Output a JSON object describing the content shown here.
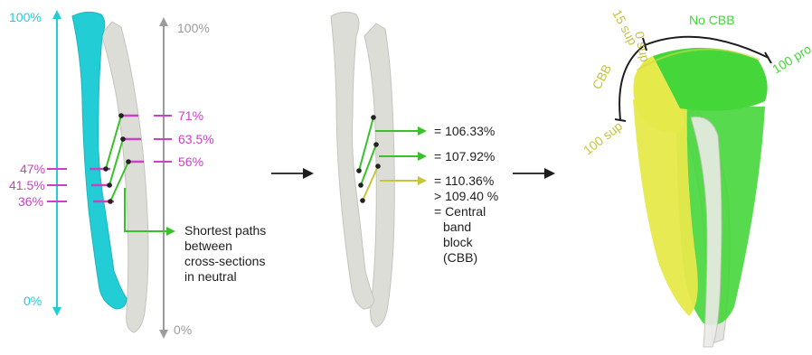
{
  "colors": {
    "radius_bone": "#22cdd6",
    "ulna_bone": "#dcddd7",
    "bone_shadow": "#c3c5bd",
    "cross_section": "#cc3fc6",
    "short_path": "#39c12a",
    "long_path": "#c6c43a",
    "gray_axis": "#9c9c9c",
    "arrow": "#1d1d1d",
    "text": "#1f1f1f",
    "green_region": "#45d63a",
    "yellow_region": "#e6e94a"
  },
  "panel1": {
    "radius_axis": {
      "top": "100%",
      "bottom": "0%"
    },
    "ulna_axis": {
      "top": "100%",
      "bottom": "0%"
    },
    "radius_levels": [
      "47%",
      "41.5%",
      "36%"
    ],
    "ulna_levels": [
      "71%",
      "63.5%",
      "56%"
    ],
    "annotation": [
      "Shortest paths",
      "between",
      "cross-sections",
      "in neutral"
    ]
  },
  "panel2": {
    "values": [
      "= 106.33%",
      "= 107.92%"
    ],
    "third": [
      "= 110.36%",
      "> 109.40 %",
      "= Central",
      "band",
      "block",
      "(CBB)"
    ]
  },
  "panel3": {
    "no_cbb": "No CBB",
    "pro": "100 pro",
    "sup0": "0 sup",
    "sup15": "15 sup",
    "cbb": "CBB",
    "sup100": "100 sup"
  }
}
